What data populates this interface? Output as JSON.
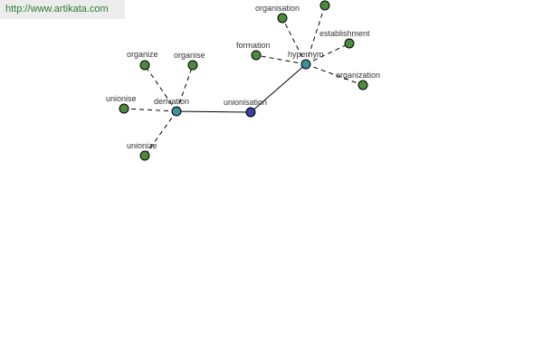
{
  "source_url": "http://www.artikata.com",
  "colors": {
    "word_node": "#3d3d9b",
    "relation_node": "#3d8f99",
    "related_term_node": "#4e8a3e",
    "url_text": "#2e7d32"
  },
  "center": {
    "label": "unionisation"
  },
  "relations": [
    {
      "label": "derivation",
      "terms": [
        "organize",
        "organise",
        "unionise",
        "unionize"
      ]
    },
    {
      "label": "hypernym",
      "terms": [
        "organisation",
        "",
        "establishment",
        "formation",
        "organization"
      ]
    }
  ]
}
